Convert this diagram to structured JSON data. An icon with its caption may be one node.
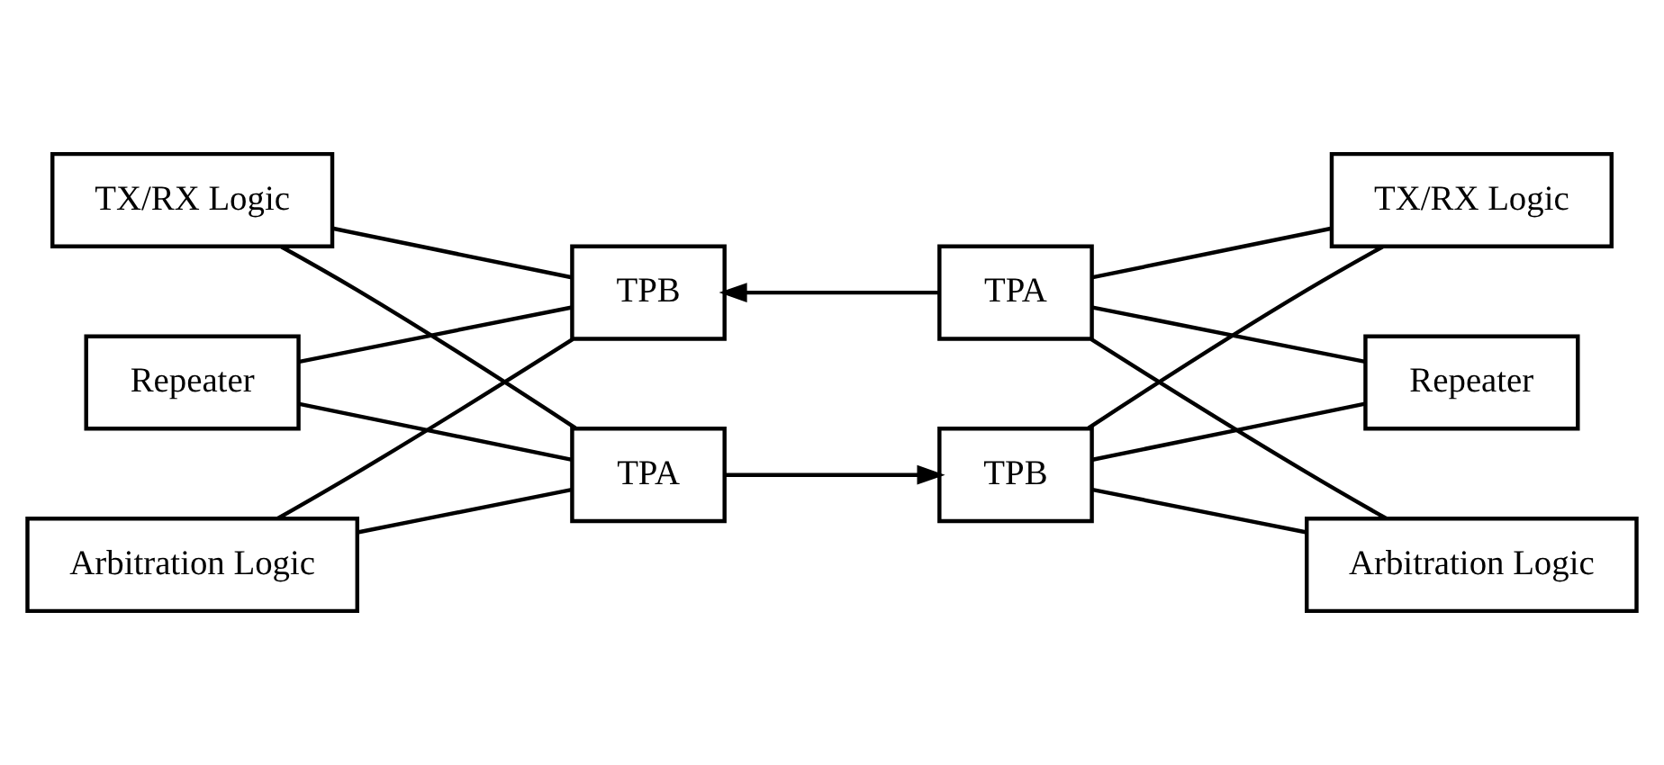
{
  "diagram": {
    "nodes": [
      {
        "text": [
          "TX/RX Logic"
        ]
      },
      {
        "text": [
          "Repeater"
        ]
      },
      {
        "text": [
          "Arbitration Logic"
        ]
      },
      {
        "text": [
          "TPA"
        ]
      },
      {
        "text": [
          "TPB"
        ]
      },
      {
        "text": [
          "TPA"
        ]
      },
      {
        "text": [
          "TPB"
        ]
      },
      {
        "text": [
          "TX/RX Logic"
        ]
      },
      {
        "text": [
          "Repeater"
        ]
      },
      {
        "text": [
          "Arbitration Logic"
        ]
      }
    ],
    "edges": [
      {
        "from": 0,
        "to": 3,
        "arrow": "none"
      },
      {
        "from": 1,
        "to": 3,
        "arrow": "none"
      },
      {
        "from": 2,
        "to": 3,
        "arrow": "none"
      },
      {
        "from": 0,
        "to": 4,
        "arrow": "none"
      },
      {
        "from": 1,
        "to": 4,
        "arrow": "none"
      },
      {
        "from": 2,
        "to": 4,
        "arrow": "none"
      },
      {
        "from": 3,
        "to": 6,
        "arrow": "to"
      },
      {
        "from": 5,
        "to": 4,
        "arrow": "to"
      },
      {
        "from": 5,
        "to": 7,
        "arrow": "none"
      },
      {
        "from": 5,
        "to": 8,
        "arrow": "none"
      },
      {
        "from": 5,
        "to": 9,
        "arrow": "none"
      },
      {
        "from": 6,
        "to": 7,
        "arrow": "none"
      },
      {
        "from": 6,
        "to": 8,
        "arrow": "none"
      },
      {
        "from": 6,
        "to": 9,
        "arrow": "none"
      }
    ]
  }
}
